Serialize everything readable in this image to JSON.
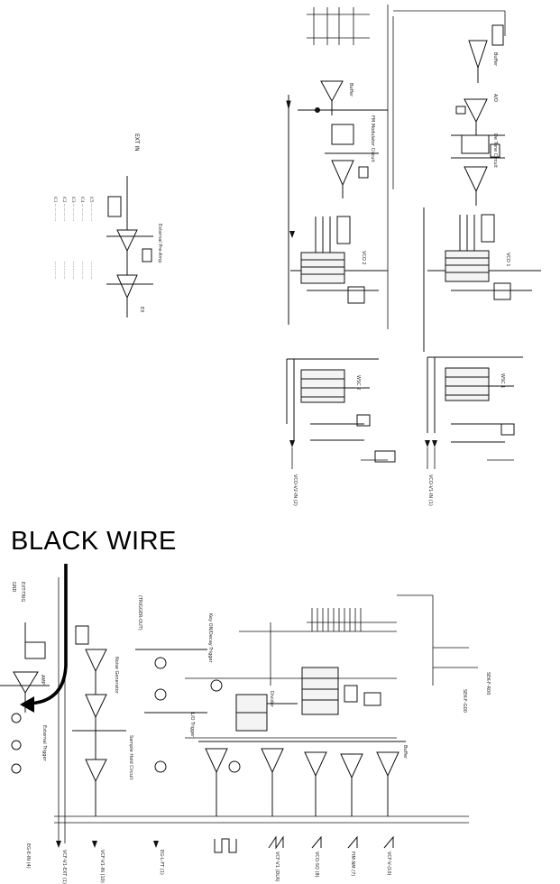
{
  "annotation": {
    "text": "BLACK WIRE"
  },
  "blocks": {
    "buffer_top": "Buffer",
    "buffer_mid": "Buffer",
    "adc": "A/D",
    "fm_mod": "FM Modulator Circuit",
    "de_tune": "De Tune Circuit",
    "vco1": "VCO 1",
    "vco2": "VCO 2",
    "wsc1": "WSC 1",
    "wsc2": "WSC 2",
    "ext_preamp": "External Pre-Amp",
    "noise_gen": "Noise Generator",
    "sh_circuit": "Sample Hold Circuit",
    "ext_trigger": "External Trigger",
    "amp": "AMP",
    "key_on_trig": "Key ON/Decay Trigger",
    "divider": "Divider",
    "vcf_buffer": "Buffer",
    "lfo_trigger": "L/O Trigger"
  },
  "labels": {
    "ext_in": "EXT IN",
    "ex_in": "EX",
    "ext_trig_conn": "EXT-TRIG",
    "gnd": "GND",
    "vcf_ext": "VCF-V1-EXT (1)",
    "vcf_in": "VCF-V1-IN (10)",
    "eg_lft": "EG-L-FT (1)",
    "eg_ein": "EG-E-IN (4)",
    "sl_right": "SEK-F-G00",
    "sek_right": "SEK-F-R00",
    "trigger_out": "(TRIGGER-OUT)",
    "vcf_vco": "VCF-V-(10)",
    "fim_nm": "FIM-NM (7)",
    "vco_sq": "VCO-SQ (8)",
    "vcf_dlr": "VCF-V1 (DLR)",
    "vco_v1": "VCO-V1-IN (1)",
    "vco_v2": "VCO-V2-IN (2)"
  }
}
